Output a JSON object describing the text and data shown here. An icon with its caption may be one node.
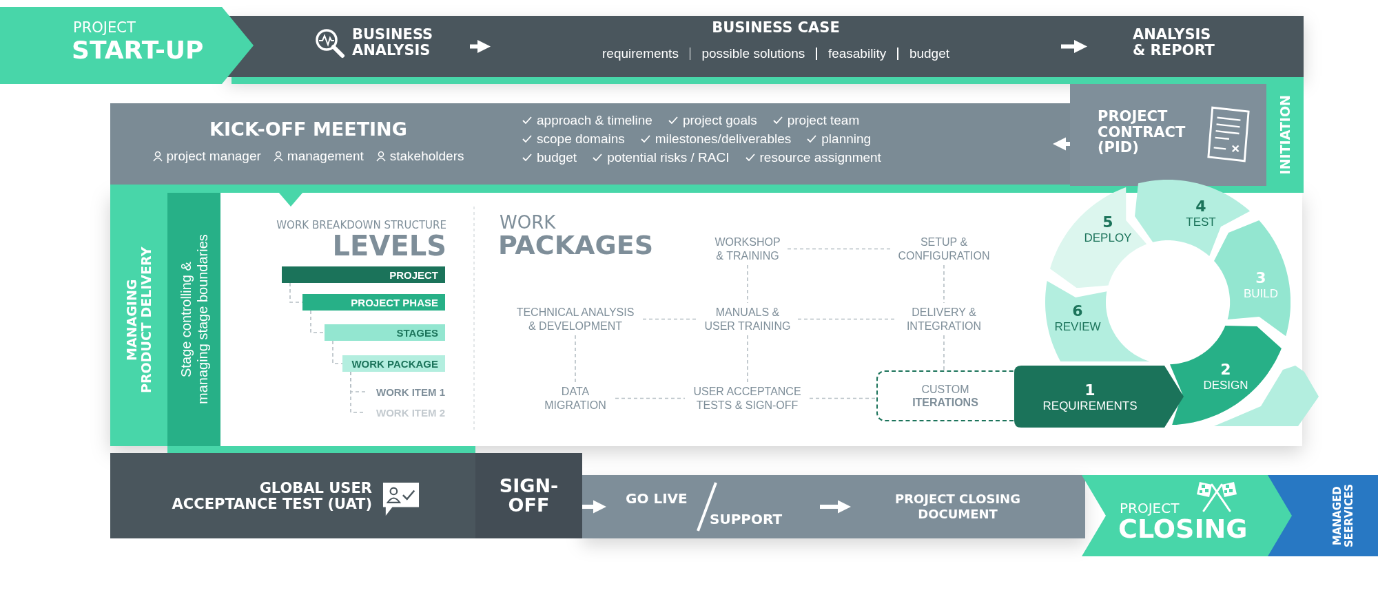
{
  "diagram": {
    "nodes": [
      {
        "text": [
          "PROJECT",
          "START-UP"
        ]
      },
      {
        "text": [
          "BUSINESS ANALYSIS"
        ]
      },
      {
        "text": [
          "BUSINESS CASE",
          "requirements",
          "possible solutions",
          "feasability",
          "budget"
        ]
      },
      {
        "text": [
          "ANALYSIS & REPORT"
        ]
      },
      {
        "text": [
          "PROJECT CONTRACT (PID)"
        ]
      },
      {
        "text": [
          "INITIATION"
        ]
      },
      {
        "text": [
          "KICK-OFF MEETING",
          "project manager",
          "management",
          "stakeholders",
          "approach & timeline",
          "project goals",
          "project team",
          "scope domains",
          "milestones/deliverables",
          "planning",
          "budget",
          "potential risks / RACI",
          "resource assignment"
        ]
      },
      {
        "text": [
          "MANAGING PRODUCT DELIVERY"
        ]
      },
      {
        "text": [
          "Stage controlling & managing stage boundaries"
        ]
      },
      {
        "text": [
          "PROJECT"
        ]
      },
      {
        "text": [
          "PROJECT PHASE"
        ]
      },
      {
        "text": [
          "STAGES"
        ]
      },
      {
        "text": [
          "WORK PACKAGE"
        ]
      },
      {
        "text": [
          "WORK ITEM 1"
        ]
      },
      {
        "text": [
          "WORK ITEM 2"
        ]
      },
      {
        "text": [
          "WORKSHOP & TRAINING"
        ]
      },
      {
        "text": [
          "SETUP & CONFIGURATION"
        ]
      },
      {
        "text": [
          "TECHNICAL ANALYSIS & DEVELOPMENT"
        ]
      },
      {
        "text": [
          "MANUALS & USER TRAINING"
        ]
      },
      {
        "text": [
          "DELIVERY & INTEGRATION"
        ]
      },
      {
        "text": [
          "DATA MIGRATION"
        ]
      },
      {
        "text": [
          "USER ACCEPTANCE TESTS & SIGN-OFF"
        ]
      },
      {
        "text": [
          "CUSTOM **ITERATIONS**"
        ]
      },
      {
        "text": [
          "1",
          "REQUIREMENTS"
        ]
      },
      {
        "text": [
          "2",
          "DESIGN"
        ]
      },
      {
        "text": [
          "3",
          "BUILD"
        ]
      },
      {
        "text": [
          "4",
          "TEST"
        ]
      },
      {
        "text": [
          "5",
          "DEPLOY"
        ]
      },
      {
        "text": [
          "6",
          "REVIEW"
        ]
      },
      {
        "text": [],
        "shape": "chevron"
      },
      {
        "text": [
          "GLOBAL USER ACCEPTANCE TEST (UAT)"
        ]
      },
      {
        "text": [
          "SIGN-OFF"
        ]
      },
      {
        "text": [
          "GO LIVE",
          "SUPPORT"
        ]
      },
      {
        "text": [
          "PROJECT CLOSING DOCUMENT"
        ]
      },
      {
        "text": [
          "PROJECT",
          "CLOSING"
        ]
      },
      {
        "text": [
          "MANAGED SEERVICES"
        ]
      }
    ],
    "edges": [
      {
        "from": 1,
        "to": 2,
        "arrow": "to",
        "color": "#ffffff"
      },
      {
        "from": 2,
        "to": 3,
        "arrow": "to",
        "color": "#ffffff"
      },
      {
        "from": 4,
        "to": 6,
        "arrow": "to",
        "color": "#ffffff"
      },
      {
        "from": 31,
        "to": 32,
        "arrow": "to",
        "color": "#ffffff"
      },
      {
        "from": 32,
        "to": 33,
        "arrow": "to",
        "color": "#ffffff"
      },
      {
        "from": 9,
        "to": 10,
        "arrow": "none",
        "style": "dashed"
      },
      {
        "from": 10,
        "to": 11,
        "arrow": "none",
        "style": "dashed"
      },
      {
        "from": 11,
        "to": 12,
        "arrow": "none",
        "style": "dashed"
      },
      {
        "from": 12,
        "to": 13,
        "arrow": "none",
        "style": "dashed"
      },
      {
        "from": 12,
        "to": 14,
        "arrow": "none",
        "style": "dashed"
      },
      {
        "from": 15,
        "to": 16,
        "arrow": "none",
        "style": "dashed"
      },
      {
        "from": 15,
        "to": 18,
        "arrow": "none",
        "style": "dashed"
      },
      {
        "from": 16,
        "to": 19,
        "arrow": "none",
        "style": "dashed"
      },
      {
        "from": 17,
        "to": 18,
        "arrow": "none",
        "style": "dashed"
      },
      {
        "from": 18,
        "to": 19,
        "arrow": "none",
        "style": "dashed"
      },
      {
        "from": 17,
        "to": 20,
        "arrow": "none",
        "style": "dashed"
      },
      {
        "from": 18,
        "to": 21,
        "arrow": "none",
        "style": "dashed"
      },
      {
        "from": 19,
        "to": 22,
        "arrow": "none",
        "style": "dashed"
      },
      {
        "from": 20,
        "to": 21,
        "arrow": "none",
        "style": "dashed"
      },
      {
        "from": 21,
        "to": 22,
        "arrow": "none",
        "style": "dashed"
      }
    ],
    "labels": [
      "WORK BREAKDOWN STRUCTURE",
      "LEVELS",
      "WORK",
      "PACKAGES"
    ]
  }
}
